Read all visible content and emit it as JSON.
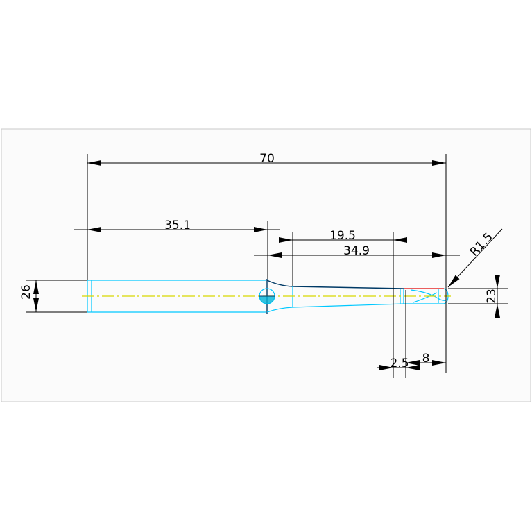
{
  "colors": {
    "background": "#ffffff",
    "frame_border": "#c8c8c8",
    "frame_fill": "#fbfbfb",
    "dimension": "#000000",
    "part_outline": "#00c8ff",
    "part_dark": "#003a66",
    "centerline": "#d8d800",
    "tip_edge": "#e00000",
    "hole_fill": "#00b4d8"
  },
  "dimensions": {
    "overall_length": "70",
    "shank_length": "35.1",
    "taper_length": "19.5",
    "head_length": "34.9",
    "tip_radius": "R1.5",
    "shank_diameter": "26",
    "tip_diameter": "23",
    "neck_length": "2.5",
    "tip_length": "8"
  }
}
